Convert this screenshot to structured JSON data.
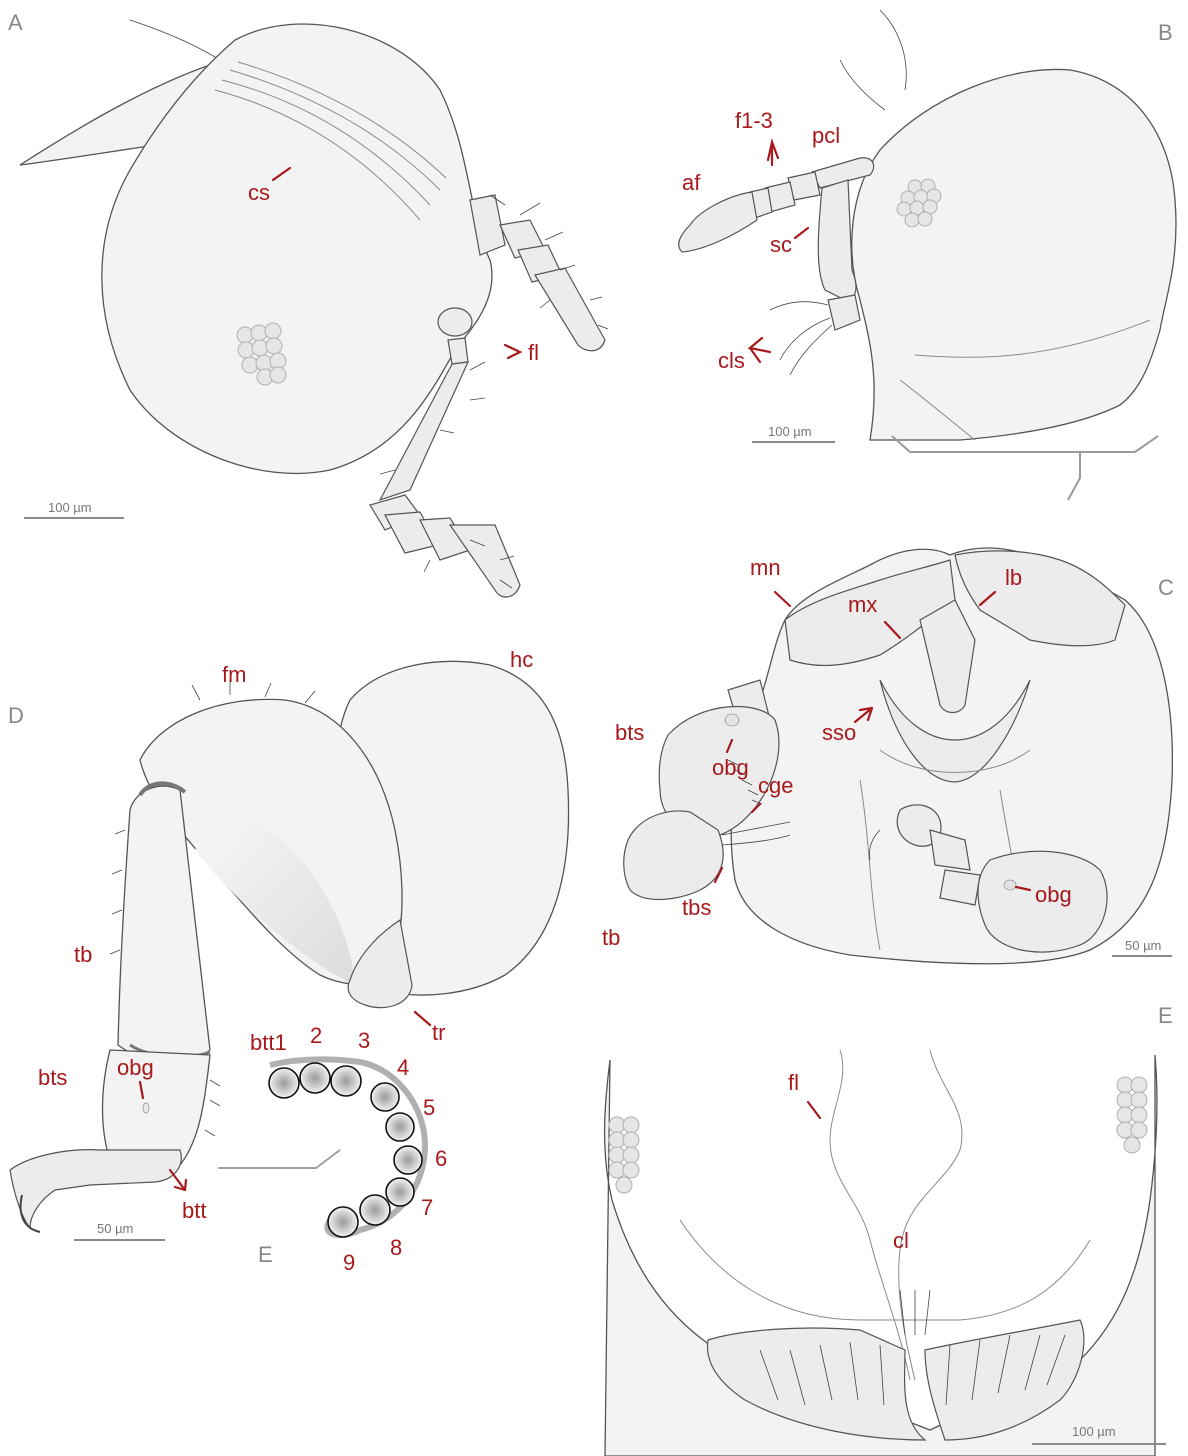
{
  "panels": {
    "A": {
      "letter": "A",
      "labels": {
        "cs": "cs",
        "fl": "fl"
      },
      "scale": "100 µm"
    },
    "B": {
      "letter": "B",
      "labels": {
        "f1_3": "f1-3",
        "pcl": "pcl",
        "af": "af",
        "sc": "sc",
        "cls": "cls"
      },
      "scale": "100 µm"
    },
    "C": {
      "letter": "C",
      "labels": {
        "mn": "mn",
        "lb": "lb",
        "mx": "mx",
        "bts": "bts",
        "sso": "sso",
        "obg_left": "obg",
        "cge": "cge",
        "tbs": "tbs",
        "tb": "tb",
        "obg_right": "obg"
      },
      "scale": "50 µm"
    },
    "D": {
      "letter": "D",
      "labels": {
        "fm": "fm",
        "hc": "hc",
        "tb": "tb",
        "tr": "tr",
        "bts": "bts",
        "obg": "obg",
        "btt": "btt"
      },
      "scale": "50 µm"
    },
    "E_inset": {
      "letter": "E",
      "segments": [
        "btt1",
        "2",
        "3",
        "4",
        "5",
        "6",
        "7",
        "8",
        "9"
      ]
    },
    "E": {
      "letter": "E",
      "labels": {
        "fl": "fl",
        "cl": "cl"
      },
      "scale": "100 µm"
    }
  },
  "colors": {
    "label": "#a8191c",
    "panel_letter": "#888888",
    "outline": "#555555",
    "fill": "#f3f3f3"
  }
}
